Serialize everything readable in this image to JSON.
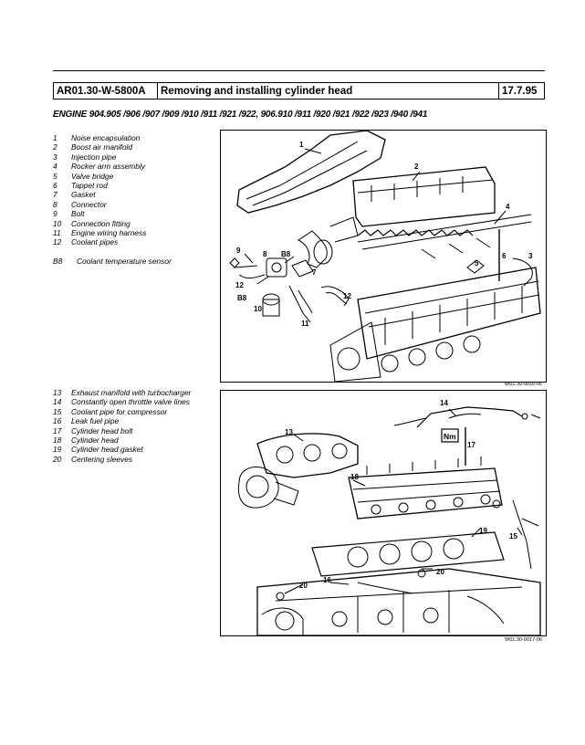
{
  "header": {
    "doc_id": "AR01.30-W-5800A",
    "title": "Removing and installing cylinder head",
    "date": "17.7.95"
  },
  "engine_line": "ENGINE 904.905 /906 /907 /909 /910 /911 /921 /922, 906.910 /911 /920 /921 /922 /923 /940 /941",
  "legend_top": [
    {
      "num": "1",
      "label": "Noise encapsulation"
    },
    {
      "num": "2",
      "label": "Boost air manifold"
    },
    {
      "num": "3",
      "label": "Injection pipe"
    },
    {
      "num": "4",
      "label": "Rocker arm assembly"
    },
    {
      "num": "5",
      "label": "Valve bridge"
    },
    {
      "num": "6",
      "label": "Tappet rod"
    },
    {
      "num": "7",
      "label": "Gasket"
    },
    {
      "num": "8",
      "label": "Connector"
    },
    {
      "num": "9",
      "label": "Bolt"
    },
    {
      "num": "10",
      "label": "Connection fitting"
    },
    {
      "num": "11",
      "label": "Engine wiring harness"
    },
    {
      "num": "12",
      "label": "Coolant pipes"
    }
  ],
  "legend_b8": {
    "num": "B8",
    "label": "Coolant temperature sensor"
  },
  "legend_bottom": [
    {
      "num": "13",
      "label": "Exhaust manifold with turbocharger"
    },
    {
      "num": "14",
      "label": "Constantly open throttle valve lines"
    },
    {
      "num": "15",
      "label": "Coolant pipe for compressor"
    },
    {
      "num": "16",
      "label": "Leak fuel pipe"
    },
    {
      "num": "17",
      "label": "Cylinder head bolt"
    },
    {
      "num": "18",
      "label": "Cylinder head"
    },
    {
      "num": "19",
      "label": "Cylinder head gasket"
    },
    {
      "num": "20",
      "label": "Centering sleeves"
    }
  ],
  "figure1": {
    "id_label": "W01.30-0016-06",
    "callouts": {
      "c1": "1",
      "c2": "2",
      "c3": "3",
      "c4": "4",
      "c5": "5",
      "c6": "6",
      "c7": "7",
      "c8": "8",
      "c9": "9",
      "c10": "10",
      "c11": "11",
      "c12a": "12",
      "c12b": "12",
      "cB8a": "B8",
      "cB8b": "B8"
    }
  },
  "figure2": {
    "id_label": "W01.30-0017-06",
    "torque_badge": "Nm",
    "callouts": {
      "c13": "13",
      "c14": "14",
      "c15": "15",
      "c16": "16",
      "c17": "17",
      "c18": "18",
      "c19": "19",
      "c20a": "20",
      "c20b": "20"
    }
  }
}
